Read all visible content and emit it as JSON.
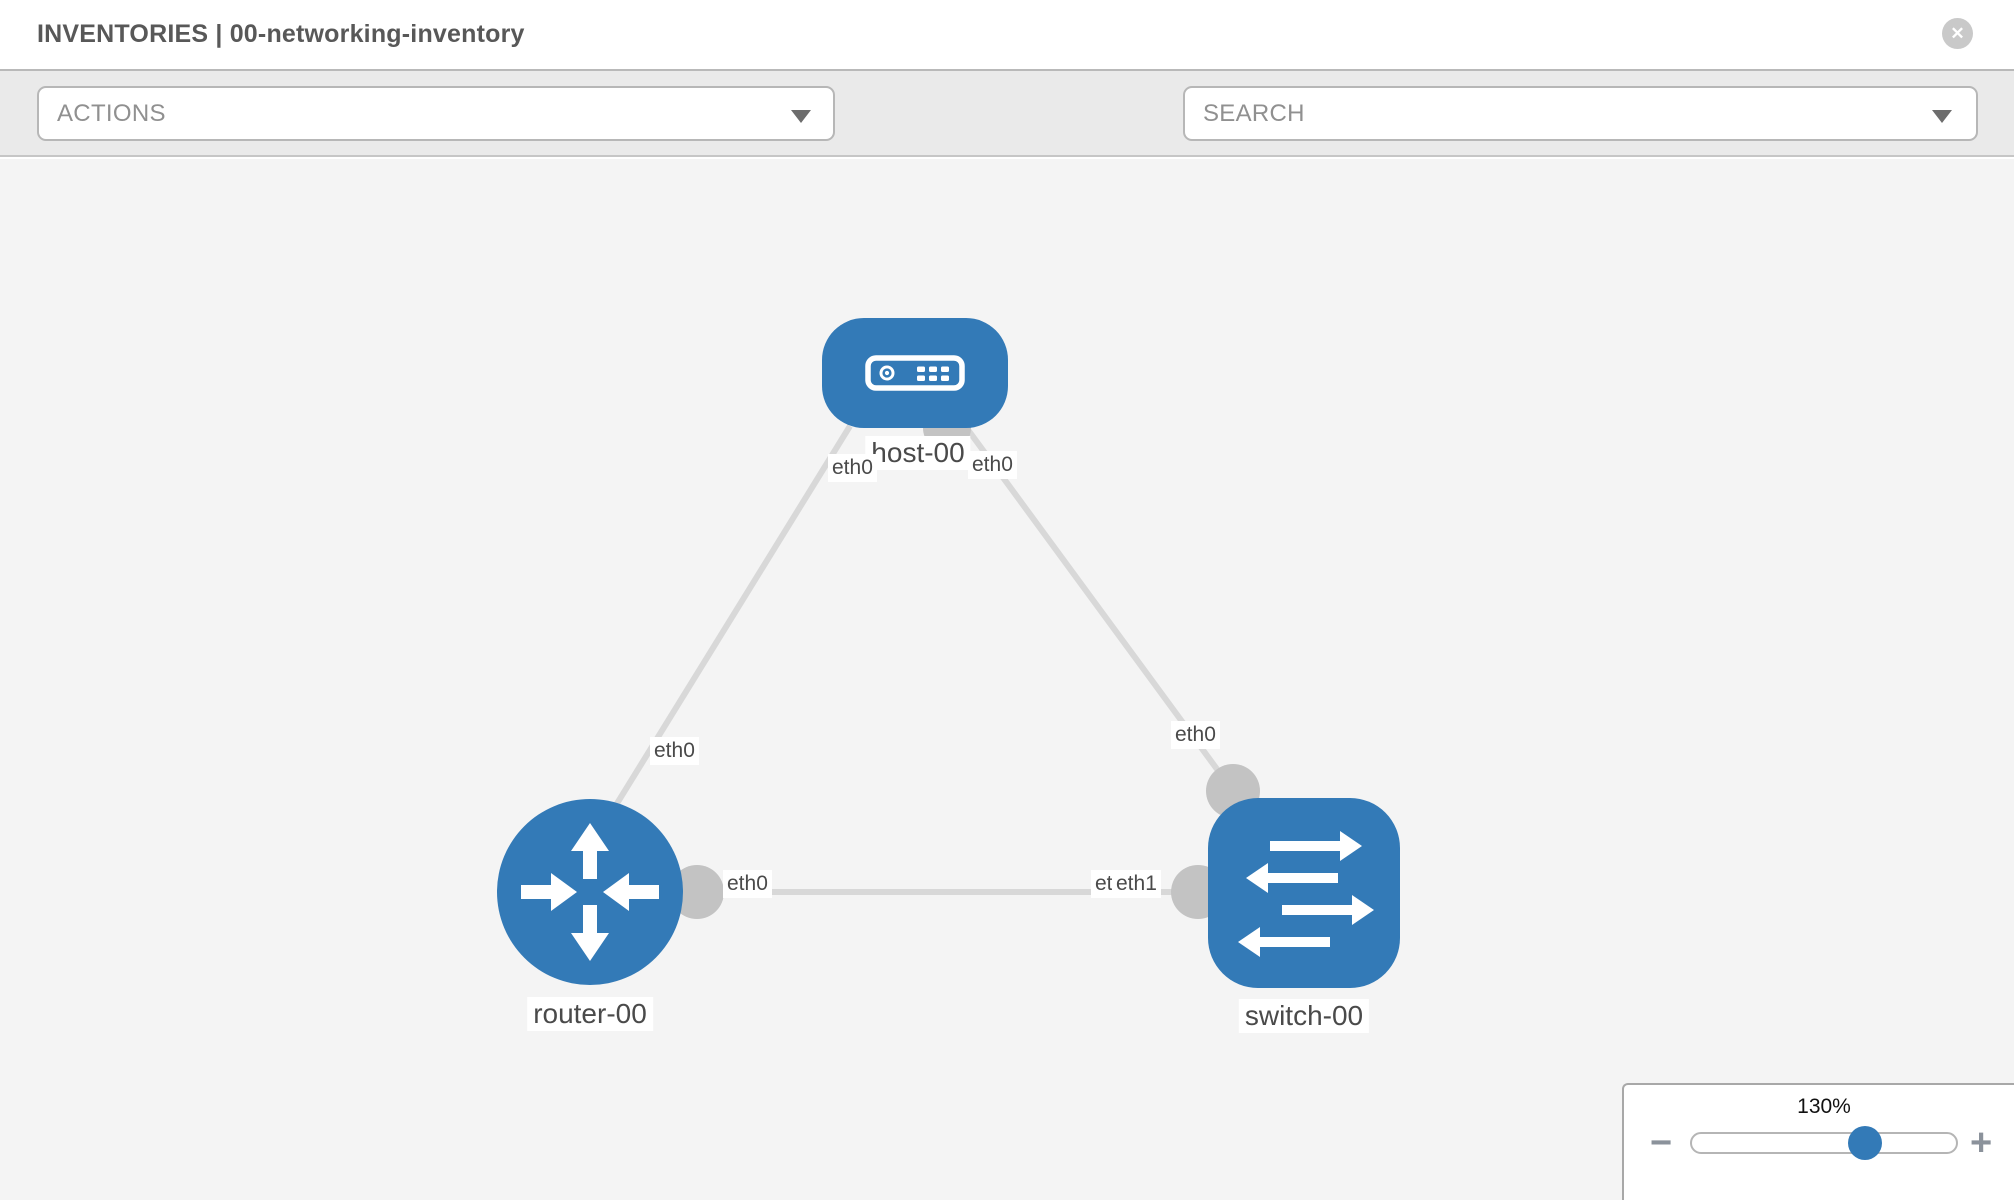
{
  "header": {
    "title": "INVENTORIES | 00-networking-inventory"
  },
  "toolbar": {
    "actions_label": "ACTIONS",
    "search_label": "SEARCH",
    "icon_names": [
      "wrench-icon",
      "key-icon"
    ]
  },
  "icons": {
    "close": "✕",
    "minus": "−",
    "plus": "+"
  },
  "topology": {
    "nodes": [
      {
        "id": "host-00",
        "label": "host-00",
        "type": "host",
        "shape": "rounded-rect"
      },
      {
        "id": "router-00",
        "label": "router-00",
        "type": "router",
        "shape": "circle"
      },
      {
        "id": "switch-00",
        "label": "switch-00",
        "type": "switch",
        "shape": "rounded-square"
      }
    ],
    "links": [
      {
        "from": "host-00",
        "from_iface": "eth0",
        "to": "router-00",
        "to_iface": "eth0"
      },
      {
        "from": "host-00",
        "from_iface": "eth0",
        "to": "switch-00",
        "to_iface": "eth0"
      },
      {
        "from": "router-00",
        "from_iface": "eth0",
        "to": "switch-00",
        "to_iface": "eth1",
        "to_iface_overlapped": "eth0"
      }
    ]
  },
  "zoom_panel": {
    "value": "130%"
  },
  "colors": {
    "node_blue": "#337ab7",
    "link_gray": "#d8d8d8",
    "connector_gray": "#c3c3c3",
    "canvas_bg": "#f4f4f4",
    "toolbar_bg": "#eaeaea",
    "icon_gray": "#838a93"
  }
}
